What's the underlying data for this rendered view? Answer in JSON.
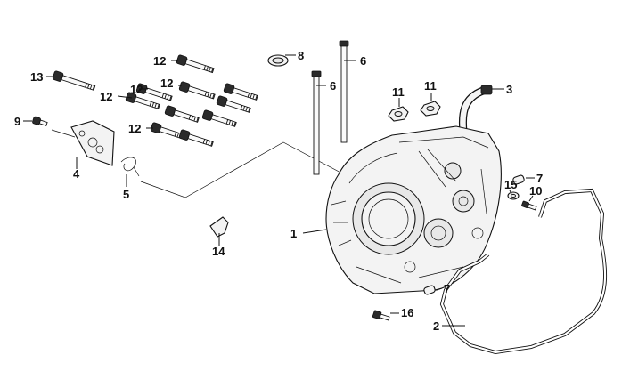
{
  "callouts": [
    {
      "id": "c1",
      "text": "1"
    },
    {
      "id": "c2",
      "text": "2"
    },
    {
      "id": "c3",
      "text": "3"
    },
    {
      "id": "c4",
      "text": "4"
    },
    {
      "id": "c5",
      "text": "5"
    },
    {
      "id": "c6a",
      "text": "6"
    },
    {
      "id": "c6b",
      "text": "6"
    },
    {
      "id": "c7a",
      "text": "7"
    },
    {
      "id": "c7b",
      "text": "7"
    },
    {
      "id": "c8",
      "text": "8"
    },
    {
      "id": "c9",
      "text": "9"
    },
    {
      "id": "c10",
      "text": "10"
    },
    {
      "id": "c11a",
      "text": "11"
    },
    {
      "id": "c11b",
      "text": "11"
    },
    {
      "id": "c12a",
      "text": "12"
    },
    {
      "id": "c12b",
      "text": "12"
    },
    {
      "id": "c12c",
      "text": "12"
    },
    {
      "id": "c12d",
      "text": "12"
    },
    {
      "id": "c12e",
      "text": "12"
    },
    {
      "id": "c13",
      "text": "13"
    },
    {
      "id": "c14",
      "text": "14"
    },
    {
      "id": "c15",
      "text": "15"
    },
    {
      "id": "c16",
      "text": "16"
    }
  ]
}
